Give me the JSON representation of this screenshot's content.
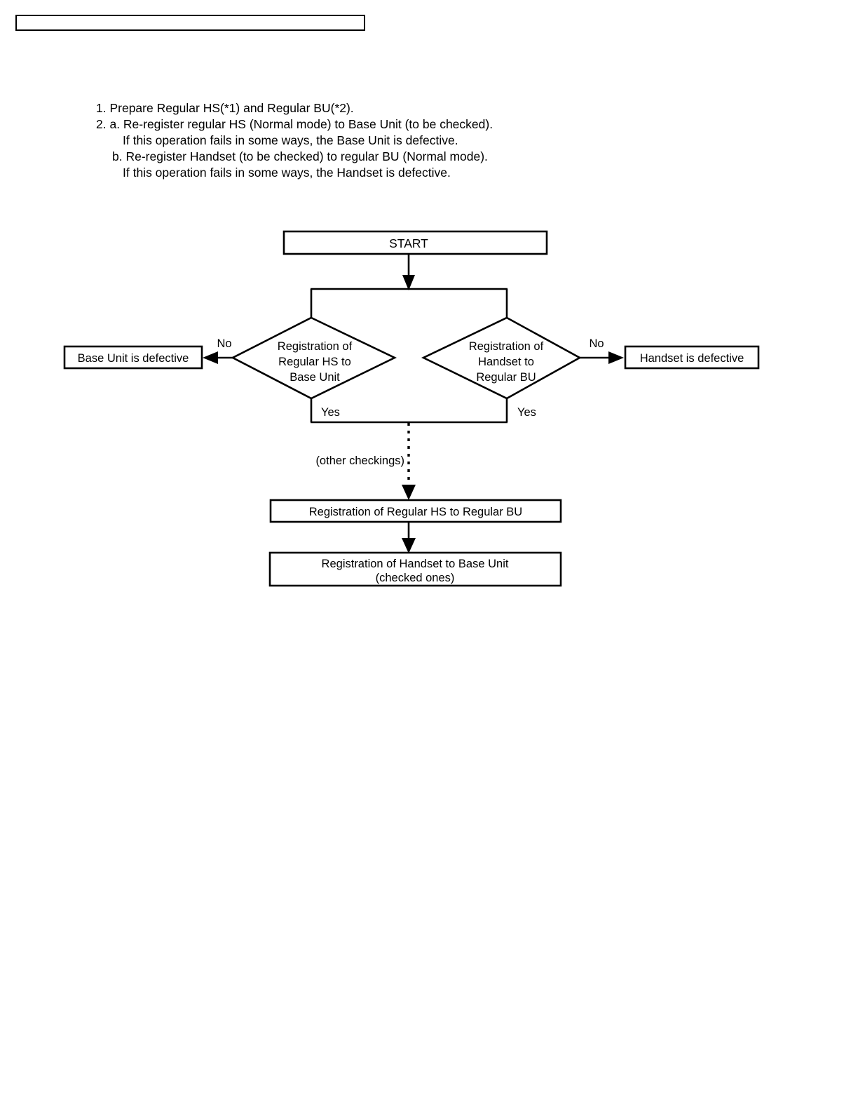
{
  "document": {
    "header_box": {
      "text": ""
    }
  },
  "instructions": {
    "lines": [
      {
        "text": "1. Prepare Regular HS(*1) and Regular BU(*2).",
        "indent": 0
      },
      {
        "text": "2. a. Re-register regular HS (Normal mode) to Base Unit (to be checked).",
        "indent": 0
      },
      {
        "text": "If this operation fails in some ways, the Base Unit is defective.",
        "indent": 2
      },
      {
        "text": "b. Re-register Handset (to be checked) to regular BU (Normal mode).",
        "indent": 1
      },
      {
        "text": "If this operation fails in some ways, the Handset is defective.",
        "indent": 2
      }
    ]
  },
  "flowchart": {
    "start": {
      "label": "START"
    },
    "decision_left": {
      "line1": "Registration of",
      "line2": "Regular HS to",
      "line3": "Base Unit",
      "no_label": "No",
      "yes_label": "Yes",
      "no_target": "Base Unit is defective"
    },
    "decision_right": {
      "line1": "Registration of",
      "line2": "Handset to",
      "line3": "Regular BU",
      "no_label": "No",
      "yes_label": "Yes",
      "no_target": "Handset is defective"
    },
    "other_checkings": {
      "label": "(other checkings)"
    },
    "step_reg_hs_bu": {
      "label": "Registration of Regular HS to Regular BU"
    },
    "step_reg_handset_base": {
      "line1": "Registration of Handset to Base Unit",
      "line2": "(checked ones)"
    }
  },
  "colors": {
    "stroke": "#000000",
    "background": "#ffffff"
  }
}
